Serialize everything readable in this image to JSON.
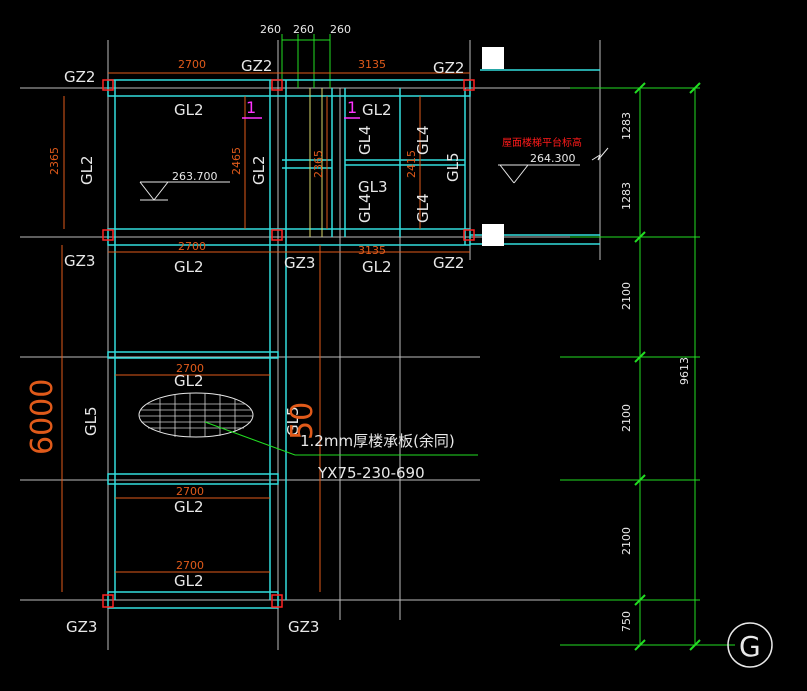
{
  "top_dims": {
    "a": "260",
    "b": "260",
    "c": "260"
  },
  "widths": {
    "left": "2700",
    "right": "3135",
    "left_mid": "2700",
    "right_mid": "3135"
  },
  "gz": {
    "tl": "GZ2",
    "tm": "GZ2",
    "tr": "GZ2",
    "ml": "GZ3",
    "mm": "GZ3",
    "mr": "GZ2",
    "bl": "GZ3",
    "bm": "GZ3"
  },
  "gl": {
    "top_left": "GL2",
    "top_right": "GL2",
    "left_vertical": "GL2",
    "mid_vertical": "GL2",
    "gl4_a": "GL4",
    "gl4_b": "GL4",
    "gl4_c": "GL4",
    "gl4_d": "GL4",
    "gl3": "GL3",
    "gl5_right_fragment": "GL5",
    "bot_left": "GL2",
    "bot_right": "GL2",
    "beam_row1": "GL2",
    "beam_row2": "GL2",
    "beam_row3": "GL2",
    "gl5_left": "GL5",
    "gl5_right": "GL5"
  },
  "upper_dims": {
    "h1": "2365",
    "h2": "2465",
    "h3": "2365",
    "h4": "2415"
  },
  "row_widths": {
    "r1": "2700",
    "r2": "2700",
    "r3": "2700"
  },
  "marks": {
    "one_a": "1",
    "one_b": "1"
  },
  "elevations": {
    "main": "263.700",
    "platform": "264.300",
    "platform_label": "屋面楼梯平台标高"
  },
  "big_dim": "6000",
  "gl5_tail": "50",
  "note": {
    "line1": "1.2mm厚楼承板(余同)",
    "line2": "YX75-230-690"
  },
  "right_dims": {
    "d1": "1283",
    "d2": "1283",
    "d3": "2100",
    "d4": "2100",
    "d5": "2100",
    "d6": "750",
    "total": "9613"
  },
  "axis_label": "G"
}
